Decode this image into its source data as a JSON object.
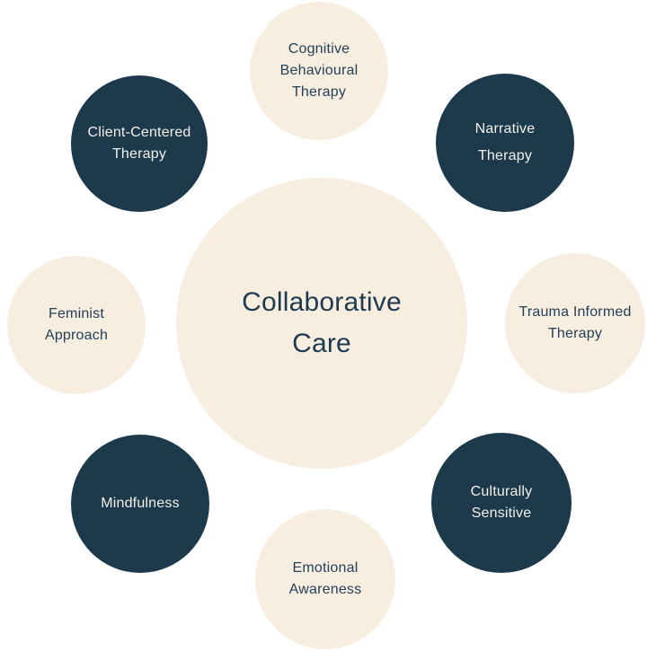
{
  "diagram": {
    "title": "Collaborative Care therapy approaches diagram",
    "type": "hub-and-spoke",
    "center": {
      "id": "collaborative-care",
      "label": "Collaborative\nCare",
      "variant": "cream"
    },
    "satellites": [
      {
        "id": "cognitive-behavioural-therapy",
        "label": "Cognitive\nBehavioural\nTherapy",
        "variant": "cream",
        "position": "top"
      },
      {
        "id": "client-centered-therapy",
        "label": "Client-Centered\nTherapy",
        "variant": "navy",
        "position": "top-left"
      },
      {
        "id": "narrative-therapy",
        "label": "Narrative\nTherapy",
        "variant": "navy",
        "position": "top-right"
      },
      {
        "id": "feminist-approach",
        "label": "Feminist\nApproach",
        "variant": "cream",
        "position": "left"
      },
      {
        "id": "trauma-informed-therapy",
        "label": "Trauma Informed\nTherapy",
        "variant": "cream",
        "position": "right"
      },
      {
        "id": "mindfulness",
        "label": "Mindfulness",
        "variant": "navy",
        "position": "bottom-left"
      },
      {
        "id": "culturally-sensitive",
        "label": "Culturally\nSensitive",
        "variant": "navy",
        "position": "bottom-right"
      },
      {
        "id": "emotional-awareness",
        "label": "Emotional\nAwareness",
        "variant": "cream",
        "position": "bottom"
      }
    ],
    "colors": {
      "navy": "#1d3a4d",
      "cream": "#f7eee0",
      "label_dark": "#1e3a50",
      "label_light": "#f3f0e9",
      "background": "#ffffff"
    }
  }
}
